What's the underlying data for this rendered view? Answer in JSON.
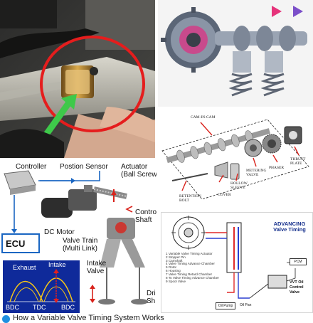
{
  "explode": {
    "cam_in_cam": "CAM-IN-CAM",
    "thrust_plate": "THRUST\nPLATE",
    "phaser": "PHASER",
    "metering_valve": "METERING\nVALVE",
    "hollow_sleeve": "HOLLOW\nSLEEVE",
    "cover": "COVER",
    "retention_bolt": "RETENTION\nBOLT"
  },
  "mech": {
    "controller": "Controller",
    "position_sensor": "Postion Sensor",
    "actuator": "Actuator",
    "ball_screw": "(Ball Screw",
    "control_shaft_a": "Contro",
    "control_shaft_b": "Shaft",
    "dc_motor": "DC Motor",
    "valve_train_a": "Valve Train",
    "valve_train_b": "(Multi Link)",
    "intake_valve_a": "Intake",
    "intake_valve_b": "Valve",
    "drive_a": "Dri",
    "drive_b": "Sh",
    "ecu": "ECU",
    "lift": {
      "exhaust": "Exhaust",
      "intake": "Intake",
      "bdc_left": "BDC",
      "tdc": "TDC",
      "bdc_right": "BDC"
    }
  },
  "schem": {
    "title": "ADVANCING\nValve Timing",
    "legend": [
      "1  Variable Valve Timing Actuator",
      "2  Stopper Pin",
      "3  Camshaft",
      "4  Valve Timing Advance Chamber",
      "5  Rotor",
      "6  Housing",
      "7  Valve Timing Retard Chamber",
      "8  To Valve Timing Advance Chamber",
      "9  Spool Valve"
    ],
    "pcm": "PCM",
    "vvt_a": "VVT Oil",
    "vvt_b": "Control",
    "vvt_c": "Valve",
    "oil_pump": "Oil Pump",
    "oil_pan": "Oil Pan"
  },
  "caption": {
    "text": "How a Variable Valve Timing System Works"
  },
  "colors": {
    "ecu_border": "#1a66c2",
    "lift_box": "#0f2a9a",
    "arrow_red": "#d9231c",
    "highlight_green": "#3ec94a",
    "schem_blue": "#16308c"
  }
}
